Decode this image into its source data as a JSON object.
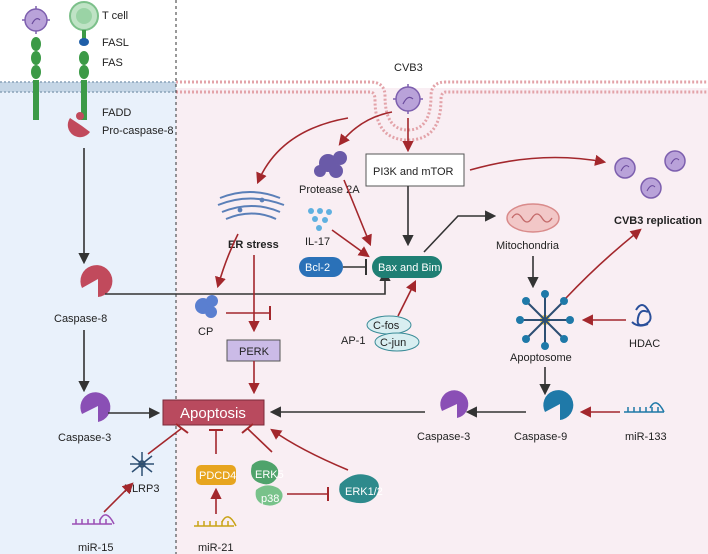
{
  "labels": {
    "t_cell": "T cell",
    "fasl": "FASL",
    "fas": "FAS",
    "fadd": "FADD",
    "pro_caspase8": "Pro-caspase-8",
    "caspase8": "Caspase-8",
    "caspase3_left": "Caspase-3",
    "cvb3": "CVB3",
    "protease2a": "Protease 2A",
    "pi3k_mtor": "PI3K and mTOR",
    "cvb3_replication": "CVB3 replication",
    "er_stress": "ER stress",
    "il17": "IL-17",
    "bcl2": "Bcl-2",
    "bax_bim": "Bax and Bim",
    "mitochondria": "Mitochondria",
    "cp": "CP",
    "perk": "PERK",
    "ap1": "AP-1",
    "cfos": "C-fos",
    "cjun": "C-jun",
    "apoptosome": "Apoptosome",
    "hdac": "HDAC",
    "apoptosis": "Apoptosis",
    "caspase3_right": "Caspase-3",
    "caspase9": "Caspase-9",
    "mir133": "miR-133",
    "nlrp3": "NLRP3",
    "pdcd4": "PDCD4",
    "erk5": "ERK5",
    "p38": "p38",
    "erk12": "ERK1/2",
    "mir15": "miR-15",
    "mir21": "miR-21"
  },
  "colors": {
    "activation": "#a3272c",
    "pathway": "#333333",
    "extracellular_bg": "#e9f1fb",
    "cell_bg": "#f9eef3",
    "caspase": "#c14a5c",
    "caspase3": "#8a4fb5",
    "caspase9": "#1f79a8",
    "receptor": "#3c9a47",
    "apoptosis_box": "#b94a5e",
    "bax_bim_box": "#1f7f74",
    "bcl2_box": "#2a71b8",
    "perk_box": "#cbbbe7",
    "virus": "#b9a2d9",
    "pdcd4_box": "#e7a51f",
    "erk": "#4fa36b"
  },
  "icons": [
    "t-cell-icon",
    "virus-icon",
    "fas-receptor-icon",
    "fadd-icon",
    "pro-caspase8-icon",
    "caspase8-icon",
    "caspase3-icon",
    "protease-icon",
    "er-icon",
    "il17-icon",
    "mitochondria-icon",
    "apoptosome-icon",
    "hdac-icon",
    "caspase9-icon",
    "mirna-icon",
    "nlrp3-icon",
    "erk-icon"
  ]
}
